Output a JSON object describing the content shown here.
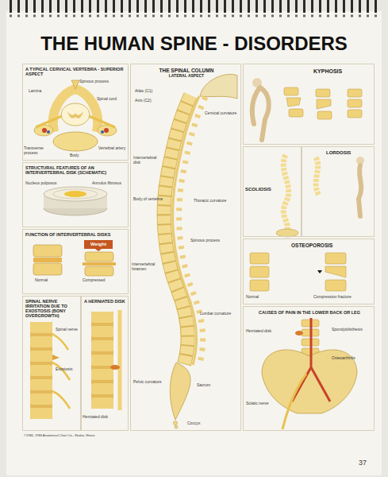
{
  "diagram": {
    "title": "THE HUMAN SPINE - DISORDERS",
    "nodes": [
      {
        "text": [
          "A TYPICAL CERVICAL VERTEBRA - SUPERIOR ASPECT"
        ]
      },
      {
        "text": [
          "STRUCTURAL FEATURES OF AN INTERVERTEBRAL DISK (SCHEMATIC)"
        ]
      },
      {
        "text": [
          "FUNCTION OF INTERVERTEBRAL DISKS"
        ]
      },
      {
        "text": [
          "Weight"
        ],
        "in": 2
      },
      {
        "text": [
          "SPINAL NERVE IRRITATION DUE TO EXOSTOSIS (BONY OVERGROWTH)"
        ]
      },
      {
        "text": [
          "A HERNIATED DISK"
        ]
      },
      {
        "text": [
          "THE SPINAL COLUMN",
          "LATERAL ASPECT"
        ]
      },
      {
        "text": [
          "KYPHOSIS"
        ]
      },
      {
        "text": [
          "LORDOSIS"
        ]
      },
      {
        "text": [
          "SCOLIOSIS"
        ]
      },
      {
        "text": [
          "OSTEOPOROSIS"
        ]
      },
      {
        "text": [
          "CAUSES OF PAIN IN THE LOWER BACK OR LEG"
        ]
      }
    ],
    "labels": [
      "Spinous process",
      "Lamina",
      "Spinal cord",
      "Transverse process",
      "Vertebral artery",
      "Body",
      "Nucleus pulposus",
      "Annulus fibrosus",
      "Normal",
      "Compressed",
      "Spinal nerve",
      "Exostosis",
      "Herniated disk",
      "Atlas (C1)",
      "Axis (C2)",
      "Cervical curvature",
      "Intervertebral disk",
      "Body of vertebra",
      "Thoracic curvature",
      "Spinous process",
      "Intervertebral foramen",
      "Lumbar curvature",
      "Pelvic curvature",
      "Sacrum",
      "Coccyx",
      "Normal",
      "Compression fracture",
      "Herniated disk",
      "Spondylolisthesis",
      "Osteoarthritis",
      "Sciatic nerve",
      "©1984, 1986 Anatomical Chart Co., Skokie, Illinois",
      "37"
    ]
  }
}
